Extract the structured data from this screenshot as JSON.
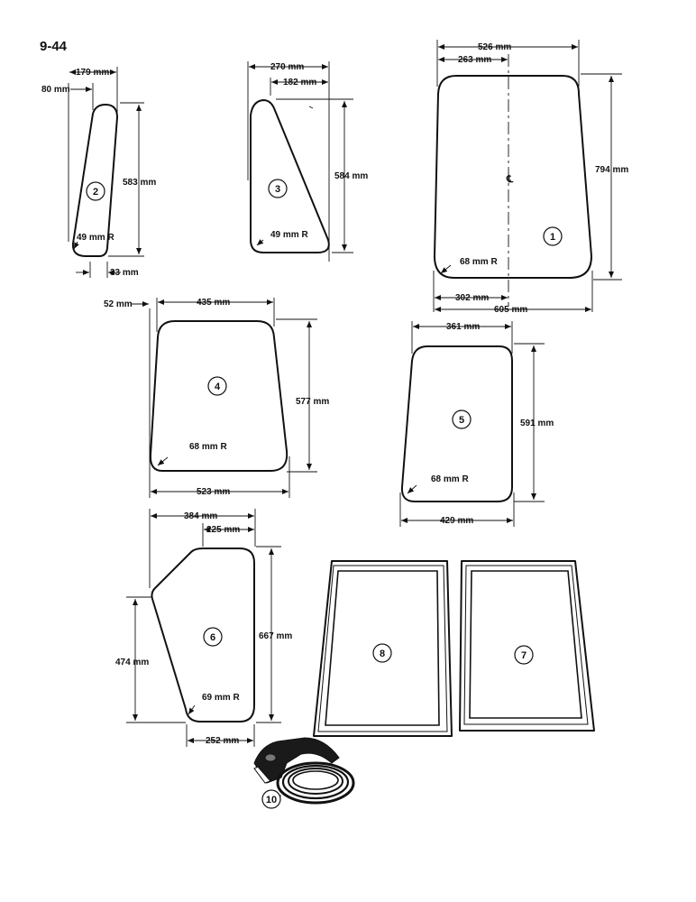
{
  "page": {
    "number": "9-44"
  },
  "parts": {
    "p1": {
      "number": "1",
      "top_width": "526 mm",
      "half_width": "263 mm",
      "height": "794 mm",
      "bottom_half": "302 mm",
      "bottom_width": "605 mm",
      "radius": "68 mm R",
      "centerline": "℄"
    },
    "p2": {
      "number": "2",
      "top_width": "179 mm",
      "offset": "80 mm",
      "height": "583 mm",
      "bottom_width": "33 mm",
      "radius": "49 mm R"
    },
    "p3": {
      "number": "3",
      "top_width": "270 mm",
      "inner_width": "182 mm",
      "height": "584 mm",
      "radius": "49 mm R"
    },
    "p4": {
      "number": "4",
      "offset": "52 mm",
      "top_width": "435 mm",
      "height": "577 mm",
      "bottom_width": "523 mm",
      "radius": "68 mm R"
    },
    "p5": {
      "number": "5",
      "top_width": "361 mm",
      "height": "591 mm",
      "bottom_width": "429 mm",
      "radius": "68 mm R"
    },
    "p6": {
      "number": "6",
      "top_width": "384 mm",
      "inner_width": "225 mm",
      "left_height": "474 mm",
      "height": "667 mm",
      "bottom_width": "252 mm",
      "radius": "69 mm R"
    },
    "p7": {
      "number": "7"
    },
    "p8": {
      "number": "8"
    },
    "p10": {
      "number": "10"
    }
  }
}
